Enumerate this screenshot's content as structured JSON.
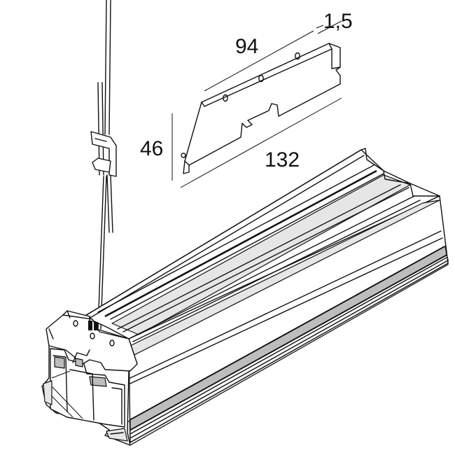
{
  "dimensions": {
    "length_top": "94",
    "thickness": "1,5",
    "height": "46",
    "length_bottom": "132"
  },
  "colors": {
    "line": "#111111",
    "background": "#ffffff",
    "shade_light": "#e6e6e6",
    "shade_dark": "#bdbdbd"
  }
}
